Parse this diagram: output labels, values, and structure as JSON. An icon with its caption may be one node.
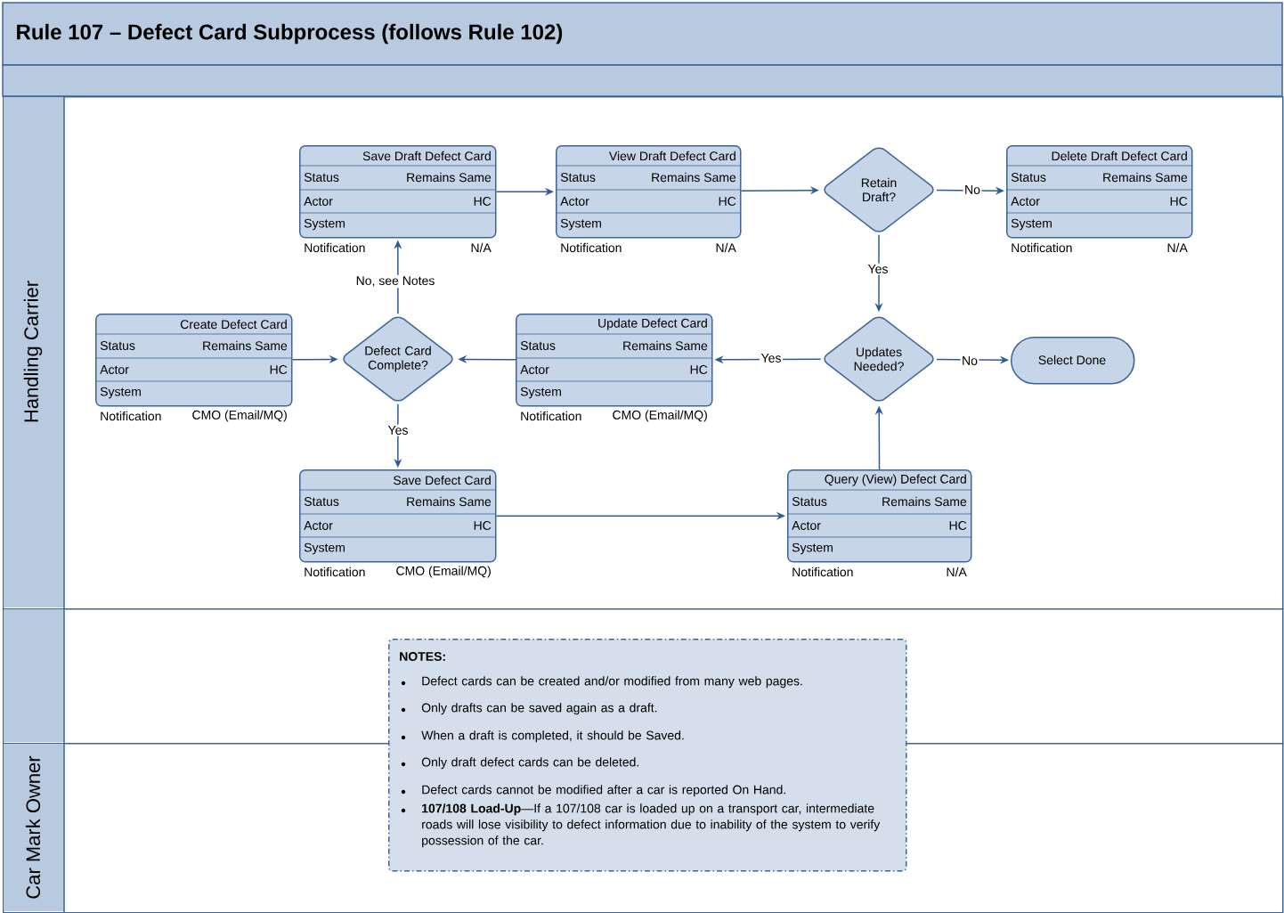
{
  "diagram": {
    "title": "Rule 107 – Defect Card Subprocess (follows Rule 102)",
    "nodes": [
      {
        "text": [
          "Handling Carrier"
        ]
      },
      {
        "text": [],
        "shape": "band"
      },
      {
        "text": [
          "Car Mark Owner"
        ]
      },
      {
        "text": [
          "Save Draft Defect Card",
          "Status",
          "Remains Same",
          "Actor",
          "HC",
          "System"
        ],
        "beside": [
          "Notification",
          "N/A"
        ],
        "in": 0
      },
      {
        "text": [
          "View Draft Defect Card",
          "Status",
          "Remains Same",
          "Actor",
          "HC",
          "System"
        ],
        "beside": [
          "Notification",
          "N/A"
        ],
        "in": 0
      },
      {
        "text": [
          "Retain Draft?"
        ],
        "in": 0
      },
      {
        "text": [
          "Delete Draft Defect Card",
          "Status",
          "Remains Same",
          "Actor",
          "HC",
          "System"
        ],
        "beside": [
          "Notification",
          "N/A"
        ],
        "in": 0
      },
      {
        "text": [
          "Create Defect Card",
          "Status",
          "Remains Same",
          "Actor",
          "HC",
          "System"
        ],
        "beside": [
          "Notification",
          "CMO (Email/MQ)"
        ],
        "in": 0
      },
      {
        "text": [
          "Defect Card Complete?"
        ],
        "in": 0
      },
      {
        "text": [
          "Update Defect Card",
          "Status",
          "Remains Same",
          "Actor",
          "HC",
          "System"
        ],
        "beside": [
          "Notification",
          "CMO (Email/MQ)"
        ],
        "in": 0
      },
      {
        "text": [
          "Updates Needed?"
        ],
        "in": 0
      },
      {
        "text": [
          "Select Done"
        ],
        "in": 0
      },
      {
        "text": [
          "Save Defect Card",
          "Status",
          "Remains Same",
          "Actor",
          "HC",
          "System"
        ],
        "beside": [
          "Notification",
          "CMO (Email/MQ)"
        ],
        "in": 0
      },
      {
        "text": [
          "Query (View) Defect Card",
          "Status",
          "Remains Same",
          "Actor",
          "HC",
          "System"
        ],
        "beside": [
          "Notification",
          "N/A"
        ],
        "in": 0
      },
      {
        "text": [
          "NOTES:",
          "Defect cards can be created and/or modified from many web pages.",
          "Only drafts can be saved again as a draft.",
          "When a draft is completed, it should be Saved.",
          "Only draft defect cards can be deleted.",
          "Defect cards cannot be modified after a car is reported On Hand.",
          "**107/108 Load-Up**—If a 107/108 car is loaded up on a transport car, intermediate roads will lose visibility to defect information due to inability of the system to verify possession of the car."
        ]
      }
    ],
    "edges": [
      {
        "from": 3,
        "to": 4,
        "arrow": "to"
      },
      {
        "from": 4,
        "to": 5,
        "arrow": "to"
      },
      {
        "from": 5,
        "to": 6,
        "arrow": "to",
        "label": "No"
      },
      {
        "from": 5,
        "to": 10,
        "arrow": "to",
        "label": "Yes"
      },
      {
        "from": 7,
        "to": 8,
        "arrow": "to"
      },
      {
        "from": 9,
        "to": 8,
        "arrow": "to"
      },
      {
        "from": 10,
        "to": 9,
        "arrow": "to",
        "label": "Yes"
      },
      {
        "from": 10,
        "to": 11,
        "arrow": "to",
        "label": "No"
      },
      {
        "from": 8,
        "to": 3,
        "arrow": "to",
        "label": "No, see Notes"
      },
      {
        "from": 8,
        "to": 12,
        "arrow": "to",
        "label": "Yes"
      },
      {
        "from": 12,
        "to": 13,
        "arrow": "to"
      },
      {
        "from": 13,
        "to": 10,
        "arrow": "to"
      }
    ]
  }
}
